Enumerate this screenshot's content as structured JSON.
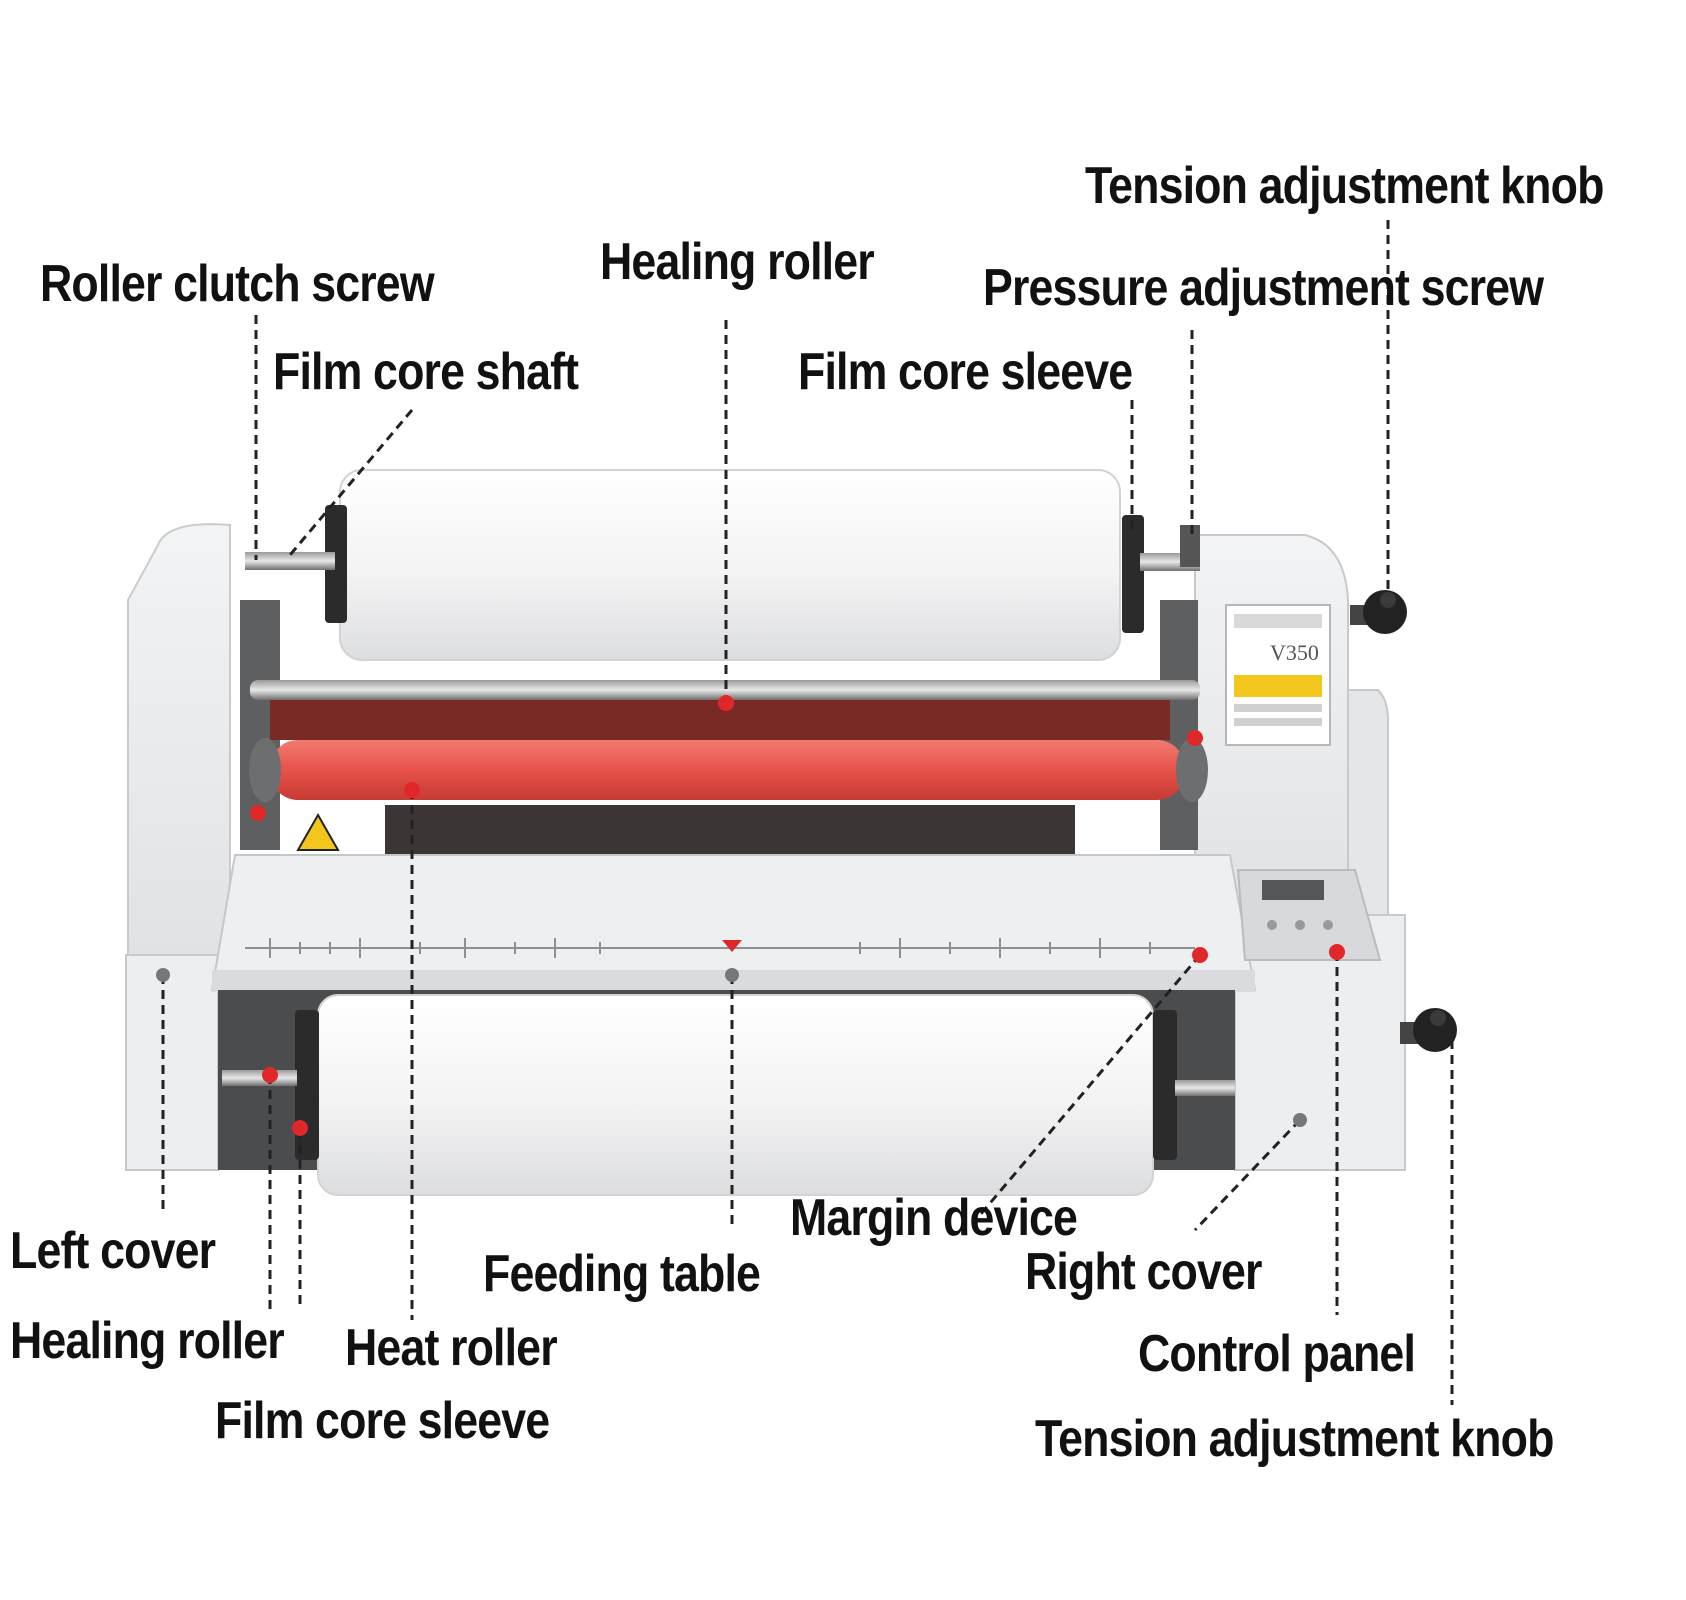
{
  "colors": {
    "accent_red": "#e0282a",
    "heat_roller": "#e8524a",
    "machine_body": "#eceef0",
    "film_roll": "#f7f7f8"
  },
  "machine": {
    "model_text": "V350"
  },
  "labels": {
    "tension_knob_top": "Tension adjustment knob",
    "roller_clutch_screw": "Roller clutch screw",
    "healing_roller_top": "Healing roller",
    "pressure_adjustment_screw": "Pressure adjustment screw",
    "film_core_shaft": "Film core shaft",
    "film_core_sleeve_top": "Film core sleeve",
    "left_cover": "Left cover",
    "feeding_table": "Feeding table",
    "margin_device": "Margin device",
    "right_cover": "Right cover",
    "healing_roller_bottom": "Healing roller",
    "heat_roller": "Heat roller",
    "control_panel": "Control panel",
    "film_core_sleeve_bottom": "Film core sleeve",
    "tension_knob_bottom": "Tension adjustment knob"
  }
}
